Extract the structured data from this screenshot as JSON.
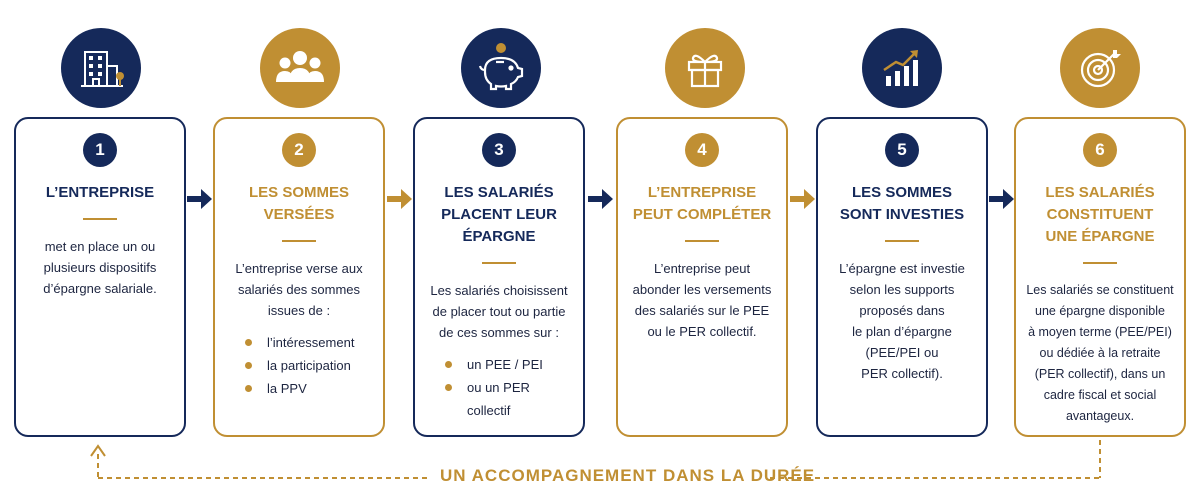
{
  "steps": [
    {
      "number": "1",
      "title": [
        "L’ENTREPRISE"
      ],
      "description": [
        "met en place un ou",
        "plusieurs dispositifs",
        "d’épargne salariale."
      ],
      "bullets": []
    },
    {
      "number": "2",
      "title": [
        "LES SOMMES",
        "VERSÉES"
      ],
      "description": [
        "L’entreprise verse aux",
        "salariés des sommes",
        "issues de :"
      ],
      "bullets": [
        "l’intéressement",
        "la participation",
        "la PPV"
      ]
    },
    {
      "number": "3",
      "title": [
        "LES SALARIÉS",
        "PLACENT LEUR",
        "ÉPARGNE"
      ],
      "description": [
        "Les salariés choisissent",
        "de placer tout ou partie",
        "de ces sommes sur :"
      ],
      "bullets": [
        "un PEE / PEI",
        "ou un PER collectif"
      ]
    },
    {
      "number": "4",
      "title": [
        "L’ENTREPRISE",
        "PEUT COMPLÉTER"
      ],
      "description": [
        "L’entreprise peut",
        "abonder les versements",
        "des salariés sur le PEE",
        "ou le PER collectif."
      ],
      "bullets": []
    },
    {
      "number": "5",
      "title": [
        "LES SOMMES",
        "SONT INVESTIES"
      ],
      "description": [
        "L’épargne est investie",
        "selon les supports",
        "proposés dans",
        "le plan d’épargne",
        "(PEE/PEI ou",
        "PER collectif)."
      ],
      "bullets": []
    },
    {
      "number": "6",
      "title": [
        "LES SALARIÉS",
        "CONSTITUENT",
        "UNE ÉPARGNE"
      ],
      "description": [
        "Les salariés se constituent",
        "une épargne disponible",
        "à moyen terme (PEE/PEI)",
        "ou dédiée à la retraite",
        "(PER collectif), dans un",
        "cadre fiscal et social",
        "avantageux."
      ],
      "bullets": []
    }
  ],
  "footer": {
    "text": "UN ACCOMPAGNEMENT DANS LA DURÉE"
  },
  "colors": {
    "navy": "#15295a",
    "gold": "#c08f33"
  },
  "icons": [
    "building-icon",
    "group-icon",
    "piggy-bank-icon",
    "gift-icon",
    "growth-chart-icon",
    "target-icon"
  ]
}
